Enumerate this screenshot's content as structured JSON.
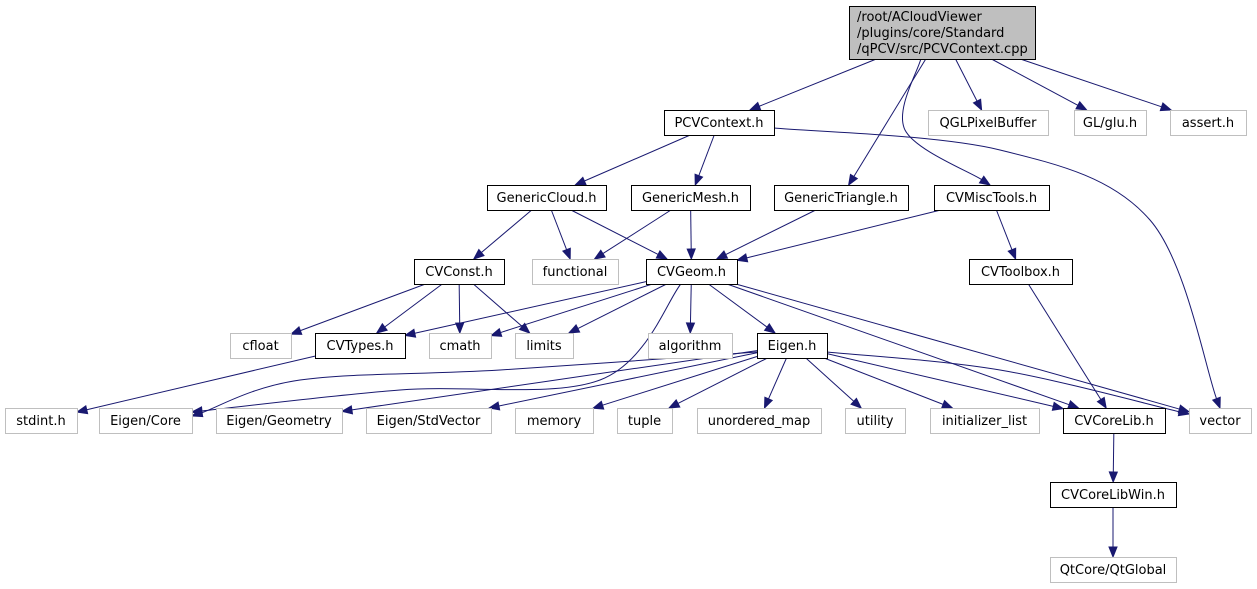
{
  "diagram": {
    "type": "include-dependency-graph",
    "edge_color": "#191970",
    "root_fill": "#bfbfbf",
    "external_border": "#bfbfbf",
    "nodes": [
      {
        "id": "root",
        "kind": "root",
        "lines": [
          "/root/ACloudViewer",
          "/plugins/core/Standard",
          "/qPCV/src/PCVContext.cpp"
        ]
      },
      {
        "id": "pcvcontext",
        "kind": "internal",
        "lines": [
          "PCVContext.h"
        ]
      },
      {
        "id": "qglpixelbuffer",
        "kind": "external",
        "lines": [
          "QGLPixelBuffer"
        ]
      },
      {
        "id": "glu",
        "kind": "external",
        "lines": [
          "GL/glu.h"
        ]
      },
      {
        "id": "assert",
        "kind": "external",
        "lines": [
          "assert.h"
        ]
      },
      {
        "id": "genericcloud",
        "kind": "internal",
        "lines": [
          "GenericCloud.h"
        ]
      },
      {
        "id": "genericmesh",
        "kind": "internal",
        "lines": [
          "GenericMesh.h"
        ]
      },
      {
        "id": "generictriangle",
        "kind": "internal",
        "lines": [
          "GenericTriangle.h"
        ]
      },
      {
        "id": "cvmisctools",
        "kind": "internal",
        "lines": [
          "CVMiscTools.h"
        ]
      },
      {
        "id": "cvconst",
        "kind": "internal",
        "lines": [
          "CVConst.h"
        ]
      },
      {
        "id": "functional",
        "kind": "external",
        "lines": [
          "functional"
        ]
      },
      {
        "id": "cvgeom",
        "kind": "internal",
        "lines": [
          "CVGeom.h"
        ]
      },
      {
        "id": "cvtoolbox",
        "kind": "internal",
        "lines": [
          "CVToolbox.h"
        ]
      },
      {
        "id": "cfloat",
        "kind": "external",
        "lines": [
          "cfloat"
        ]
      },
      {
        "id": "cvtypes",
        "kind": "internal",
        "lines": [
          "CVTypes.h"
        ]
      },
      {
        "id": "cmath",
        "kind": "external",
        "lines": [
          "cmath"
        ]
      },
      {
        "id": "limits",
        "kind": "external",
        "lines": [
          "limits"
        ]
      },
      {
        "id": "algorithm",
        "kind": "external",
        "lines": [
          "algorithm"
        ]
      },
      {
        "id": "eigen",
        "kind": "internal",
        "lines": [
          "Eigen.h"
        ]
      },
      {
        "id": "stdint",
        "kind": "external",
        "lines": [
          "stdint.h"
        ]
      },
      {
        "id": "eigencore",
        "kind": "external",
        "lines": [
          "Eigen/Core"
        ]
      },
      {
        "id": "eigengeometry",
        "kind": "external",
        "lines": [
          "Eigen/Geometry"
        ]
      },
      {
        "id": "eigenstdvector",
        "kind": "external",
        "lines": [
          "Eigen/StdVector"
        ]
      },
      {
        "id": "memory",
        "kind": "external",
        "lines": [
          "memory"
        ]
      },
      {
        "id": "tuple",
        "kind": "external",
        "lines": [
          "tuple"
        ]
      },
      {
        "id": "unordered_map",
        "kind": "external",
        "lines": [
          "unordered_map"
        ]
      },
      {
        "id": "utility",
        "kind": "external",
        "lines": [
          "utility"
        ]
      },
      {
        "id": "initializer_list",
        "kind": "external",
        "lines": [
          "initializer_list"
        ]
      },
      {
        "id": "cvcorelib",
        "kind": "internal",
        "lines": [
          "CVCoreLib.h"
        ]
      },
      {
        "id": "vector",
        "kind": "external",
        "lines": [
          "vector"
        ]
      },
      {
        "id": "cvcorelibwin",
        "kind": "internal",
        "lines": [
          "CVCoreLibWin.h"
        ]
      },
      {
        "id": "qtglobal",
        "kind": "external",
        "lines": [
          "QtCore/QtGlobal"
        ]
      }
    ],
    "edges": [
      [
        "root",
        "pcvcontext"
      ],
      [
        "root",
        "generictriangle"
      ],
      [
        "root",
        "cvmisctools"
      ],
      [
        "root",
        "qglpixelbuffer"
      ],
      [
        "root",
        "glu"
      ],
      [
        "root",
        "assert"
      ],
      [
        "pcvcontext",
        "genericcloud"
      ],
      [
        "pcvcontext",
        "genericmesh"
      ],
      [
        "pcvcontext",
        "vector"
      ],
      [
        "genericcloud",
        "cvconst"
      ],
      [
        "genericcloud",
        "functional"
      ],
      [
        "genericcloud",
        "cvgeom"
      ],
      [
        "genericmesh",
        "functional"
      ],
      [
        "genericmesh",
        "cvgeom"
      ],
      [
        "generictriangle",
        "cvgeom"
      ],
      [
        "cvmisctools",
        "cvgeom"
      ],
      [
        "cvmisctools",
        "cvtoolbox"
      ],
      [
        "cvconst",
        "cfloat"
      ],
      [
        "cvconst",
        "cvtypes"
      ],
      [
        "cvconst",
        "cmath"
      ],
      [
        "cvconst",
        "limits"
      ],
      [
        "cvgeom",
        "cvtypes"
      ],
      [
        "cvgeom",
        "cmath"
      ],
      [
        "cvgeom",
        "limits"
      ],
      [
        "cvgeom",
        "algorithm"
      ],
      [
        "cvgeom",
        "eigen"
      ],
      [
        "cvgeom",
        "eigencore"
      ],
      [
        "cvgeom",
        "cvcorelib"
      ],
      [
        "cvgeom",
        "vector"
      ],
      [
        "cvtoolbox",
        "cvcorelib"
      ],
      [
        "cvtypes",
        "stdint"
      ],
      [
        "eigen",
        "eigencore"
      ],
      [
        "eigen",
        "eigengeometry"
      ],
      [
        "eigen",
        "eigenstdvector"
      ],
      [
        "eigen",
        "memory"
      ],
      [
        "eigen",
        "tuple"
      ],
      [
        "eigen",
        "unordered_map"
      ],
      [
        "eigen",
        "utility"
      ],
      [
        "eigen",
        "initializer_list"
      ],
      [
        "eigen",
        "cvcorelib"
      ],
      [
        "eigen",
        "vector"
      ],
      [
        "cvcorelib",
        "cvcorelibwin"
      ],
      [
        "cvcorelibwin",
        "qtglobal"
      ]
    ]
  }
}
